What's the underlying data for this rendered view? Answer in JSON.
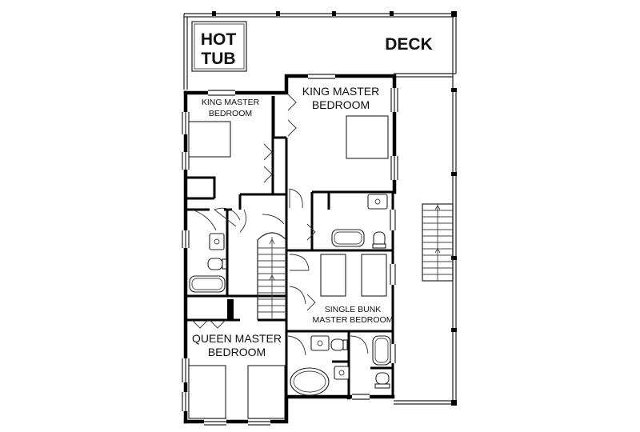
{
  "labels": {
    "hot_tub_line1": "HOT",
    "hot_tub_line2": "TUB",
    "deck": "DECK",
    "king_master_left_line1": "KING MASTER",
    "king_master_left_line2": "BEDROOM",
    "king_master_right_line1": "KING MASTER",
    "king_master_right_line2": "BEDROOM",
    "single_bunk_line1": "SINGLE BUNK",
    "single_bunk_line2": "MASTER BEDROOM",
    "queen_master_line1": "QUEEN MASTER",
    "queen_master_line2": "BEDROOM"
  }
}
